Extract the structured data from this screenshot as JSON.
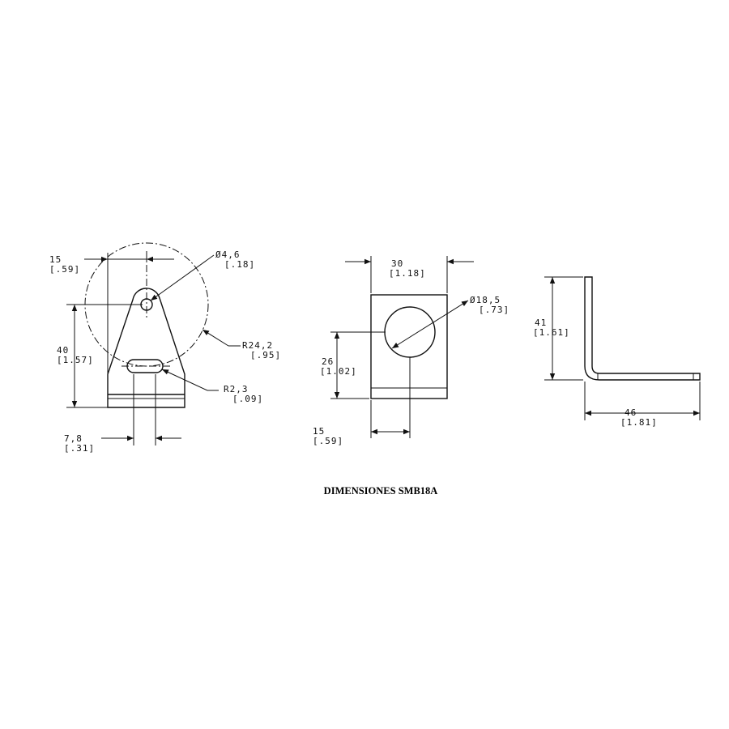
{
  "diagram": {
    "title": "DIMENSIONES SMB18A",
    "front_view": {
      "width_top": "15",
      "width_top_in": "[.59]",
      "hole_dia": "Ø4,6",
      "hole_dia_in": "[.18]",
      "height": "40",
      "height_in": "[1.57]",
      "radius_large": "R24,2",
      "radius_large_in": "[.95]",
      "radius_slot": "R2,3",
      "radius_slot_in": "[.09]",
      "slot_offset": "7,8",
      "slot_offset_in": "[.31]"
    },
    "plate_view": {
      "width": "30",
      "width_in": "[1.18]",
      "hole_dia": "Ø18,5",
      "hole_dia_in": "[.73]",
      "hole_height": "26",
      "hole_height_in": "[1.02]",
      "hole_offset": "15",
      "hole_offset_in": "[.59]"
    },
    "side_view": {
      "height": "41",
      "height_in": "[1.61]",
      "length": "46",
      "length_in": "[1.81]"
    }
  }
}
